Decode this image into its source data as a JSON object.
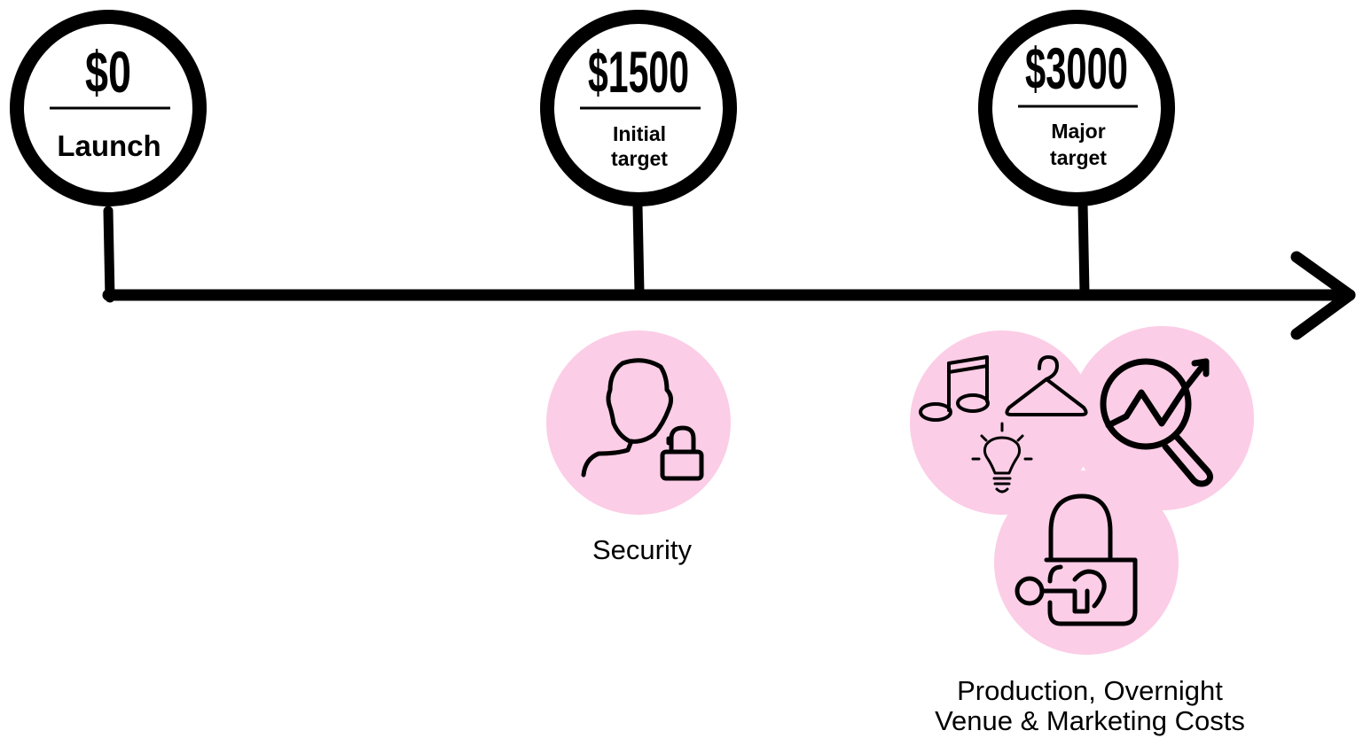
{
  "milestones": [
    {
      "amount": "$0",
      "label_lines": [
        "Launch"
      ]
    },
    {
      "amount": "$1500",
      "label_lines": [
        "Initial",
        "target"
      ]
    },
    {
      "amount": "$3000",
      "label_lines": [
        "Major",
        "target"
      ]
    }
  ],
  "groups": {
    "security": {
      "caption_lines": [
        "Security"
      ]
    },
    "costs": {
      "caption_lines": [
        "Production, Overnight",
        "Venue & Marketing Costs"
      ]
    }
  },
  "colors": {
    "line": "#000000",
    "bubble": "#fccde6",
    "background": "#ffffff"
  },
  "icons": {
    "security": [
      "user-lock-icon"
    ],
    "costs": [
      "music-note-icon",
      "clothes-hanger-icon",
      "light-bulb-icon",
      "analytics-magnifier-icon",
      "padlock-key-icon"
    ]
  }
}
